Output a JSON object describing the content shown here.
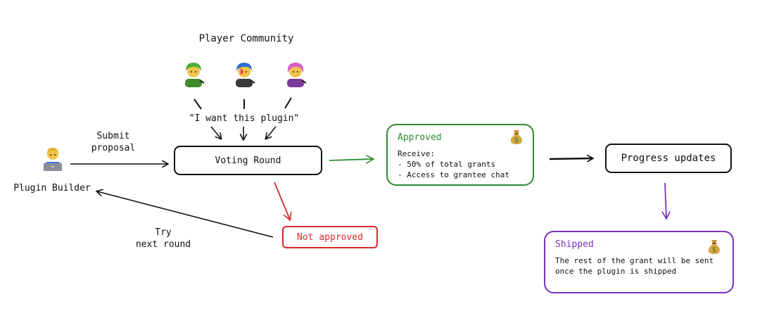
{
  "community": {
    "title": "Player Community",
    "quote": "\"I want this plugin\"",
    "members": [
      {
        "icon": "green-hair-person-icon",
        "hair": "#4caf3a",
        "shirt": "#3f8a2a"
      },
      {
        "icon": "face-paint-person-icon",
        "hair": "#2d6fd1",
        "shirt": "#3a3a3a"
      },
      {
        "icon": "pink-hair-person-icon",
        "hair": "#d95fc9",
        "shirt": "#7a3a9a"
      }
    ]
  },
  "builder": {
    "label": "Plugin Builder",
    "icon": "laptop-technologist-icon"
  },
  "flow": {
    "submit_label": [
      "Submit",
      "proposal"
    ],
    "retry_label": [
      "Try",
      "next round"
    ]
  },
  "nodes": {
    "voting": "Voting Round",
    "not_approved": "Not approved",
    "progress": "Progress updates"
  },
  "approved": {
    "title": "Approved",
    "lines": [
      "Receive:",
      "- 50% of total grants",
      "- Access to grantee chat"
    ],
    "icon": "money-bag-icon"
  },
  "shipped": {
    "title": "Shipped",
    "lines": [
      "The rest of the grant will be sent",
      "once the plugin is shipped"
    ],
    "icon": "money-bag-icon"
  },
  "colors": {
    "ink": "#111111",
    "approved": "#2e8b2e",
    "rejected": "#d42a2a",
    "shipped": "#7b2fbf"
  }
}
